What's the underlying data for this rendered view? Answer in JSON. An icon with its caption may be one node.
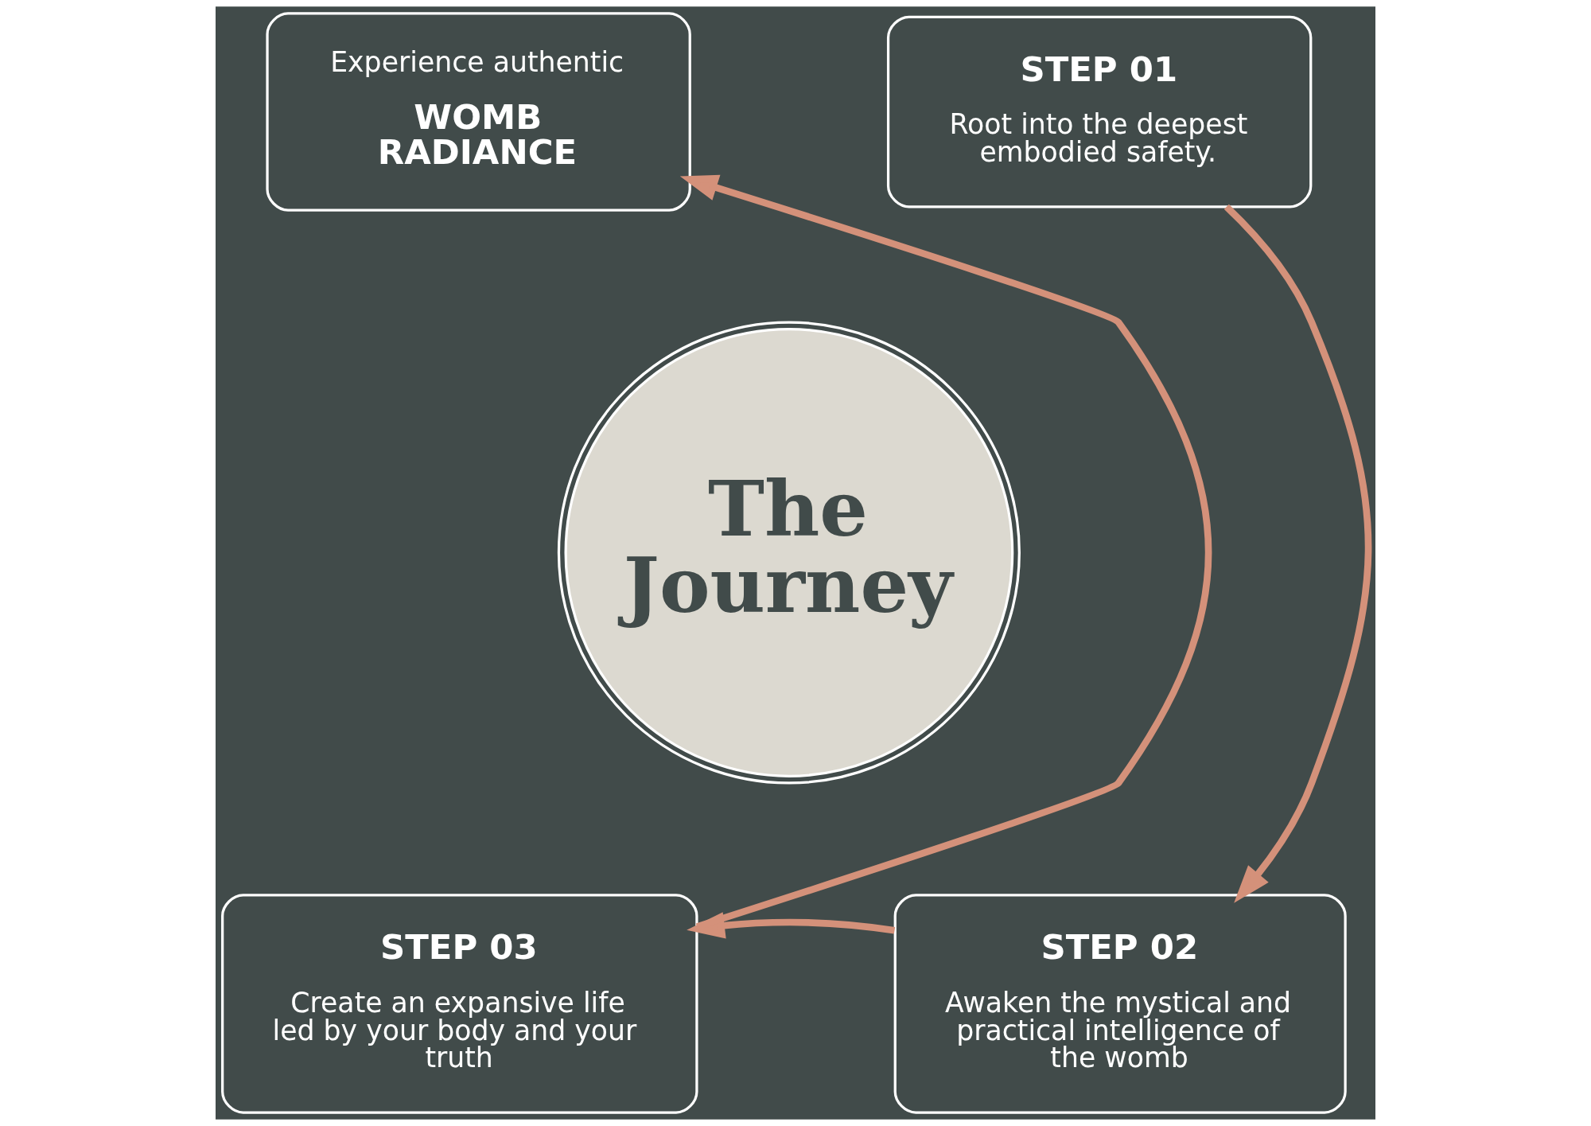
{
  "diagram": {
    "nodes": [
      {
        "text": [
          "Experience authentic",
          "WOMB RADIANCE"
        ]
      },
      {
        "text": [
          "STEP 01",
          "Root into the deepest embodied safety."
        ]
      },
      {
        "text": [
          "STEP 02",
          "Awaken the mystical and practical intelligence of the womb"
        ]
      },
      {
        "text": [
          "STEP 03",
          "Create an expansive life led by your body and your truth"
        ]
      },
      {
        "text": [
          "The Journey"
        ]
      }
    ],
    "edges": [
      {
        "from": 1,
        "to": 2,
        "arrow": "to"
      },
      {
        "from": 2,
        "to": 3,
        "arrow": "to"
      },
      {
        "from": 3,
        "to": 0,
        "arrow": "to"
      }
    ]
  }
}
